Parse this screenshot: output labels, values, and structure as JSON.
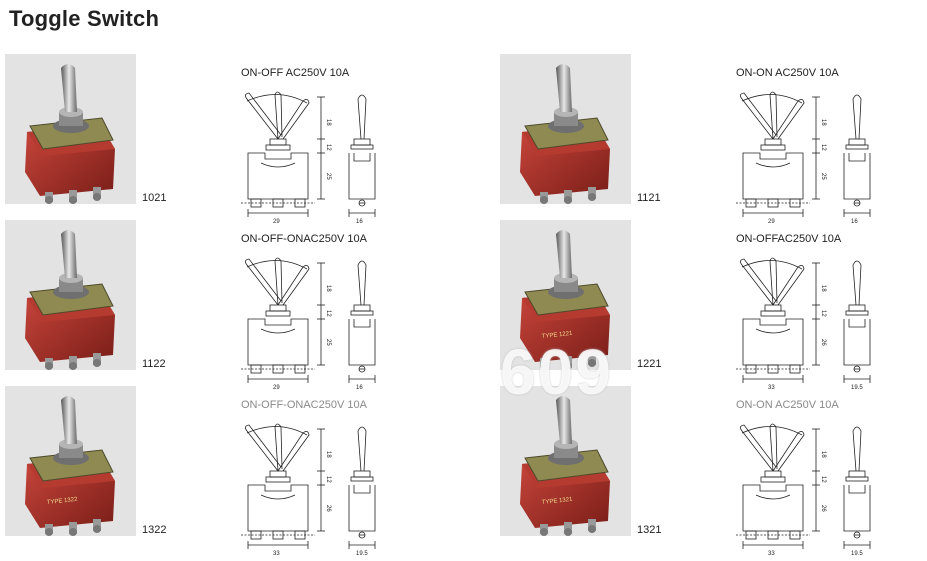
{
  "page": {
    "title": "Toggle Switch"
  },
  "colors": {
    "body": "#b8342c",
    "body_dark": "#7a1e18",
    "bracket": "#8e8a52",
    "metal": "#9a9a9a",
    "photo_bg": "#e3e3e3"
  },
  "items": [
    {
      "model": "1021",
      "spec": "ON-OFF AC250V 10A",
      "faded": false,
      "label": "",
      "dims": {
        "lever": "18",
        "nut": "12",
        "body": "25",
        "width": "29",
        "side": "16"
      }
    },
    {
      "model": "1121",
      "spec": "ON-ON AC250V 10A",
      "faded": false,
      "label": "",
      "dims": {
        "lever": "18",
        "nut": "12",
        "body": "25",
        "width": "29",
        "side": "16"
      }
    },
    {
      "model": "1122",
      "spec": "ON-OFF-ONAC250V 10A",
      "faded": false,
      "label": "",
      "dims": {
        "lever": "18",
        "nut": "12",
        "body": "25",
        "width": "29",
        "side": "16"
      }
    },
    {
      "model": "1221",
      "spec": "ON-OFFAC250V 10A",
      "faded": false,
      "label": "TYPE 1221",
      "dims": {
        "lever": "18",
        "nut": "12",
        "body": "26",
        "width": "33",
        "side": "19.5"
      }
    },
    {
      "model": "1322",
      "spec": "ON-OFF-ONAC250V 10A",
      "faded": true,
      "label": "TYPE 1322",
      "dims": {
        "lever": "18",
        "nut": "12",
        "body": "26",
        "width": "33",
        "side": "19.5"
      }
    },
    {
      "model": "1321",
      "spec": "ON-ON AC250V 10A",
      "faded": true,
      "label": "TYPE 1321",
      "dims": {
        "lever": "18",
        "nut": "12",
        "body": "26",
        "width": "33",
        "side": "19.5"
      }
    }
  ],
  "watermark": "609"
}
